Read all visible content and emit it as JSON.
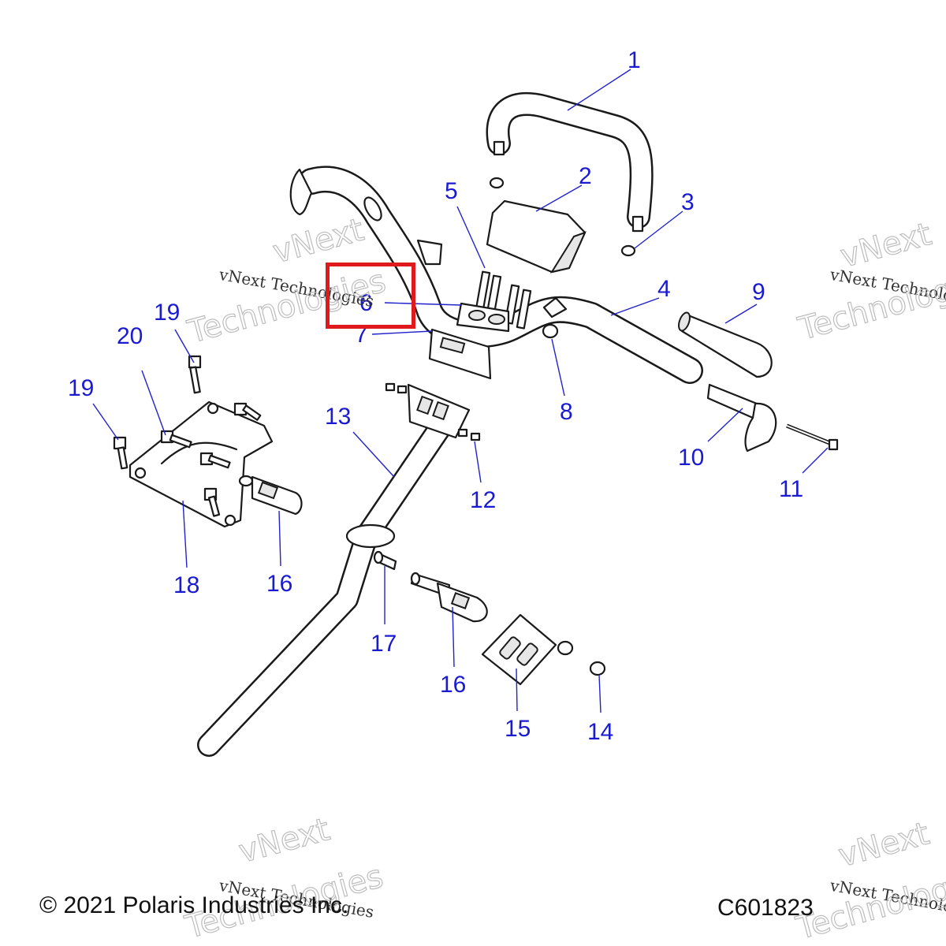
{
  "callouts": [
    {
      "id": "c1",
      "label": "1"
    },
    {
      "id": "c2",
      "label": "2"
    },
    {
      "id": "c3",
      "label": "3"
    },
    {
      "id": "c4",
      "label": "4"
    },
    {
      "id": "c5",
      "label": "5"
    },
    {
      "id": "c6",
      "label": "6"
    },
    {
      "id": "c7",
      "label": "7"
    },
    {
      "id": "c8",
      "label": "8"
    },
    {
      "id": "c9",
      "label": "9"
    },
    {
      "id": "c10",
      "label": "10"
    },
    {
      "id": "c11",
      "label": "11"
    },
    {
      "id": "c12",
      "label": "12"
    },
    {
      "id": "c13",
      "label": "13"
    },
    {
      "id": "c14",
      "label": "14"
    },
    {
      "id": "c15",
      "label": "15"
    },
    {
      "id": "c16a",
      "label": "16"
    },
    {
      "id": "c16b",
      "label": "16"
    },
    {
      "id": "c17",
      "label": "17"
    },
    {
      "id": "c18",
      "label": "18"
    },
    {
      "id": "c19a",
      "label": "19"
    },
    {
      "id": "c19b",
      "label": "19"
    },
    {
      "id": "c20",
      "label": "20"
    }
  ],
  "watermark": {
    "line1": "vNext Technologies",
    "line2": "vNext",
    "line3": "Technologies"
  },
  "footer": {
    "copyright": "© 2021 Polaris Industries Inc.",
    "code": "C601823"
  },
  "colors": {
    "callout": "#1a1ad0",
    "highlight": "#e0191e",
    "line": "#1a1a1a"
  }
}
